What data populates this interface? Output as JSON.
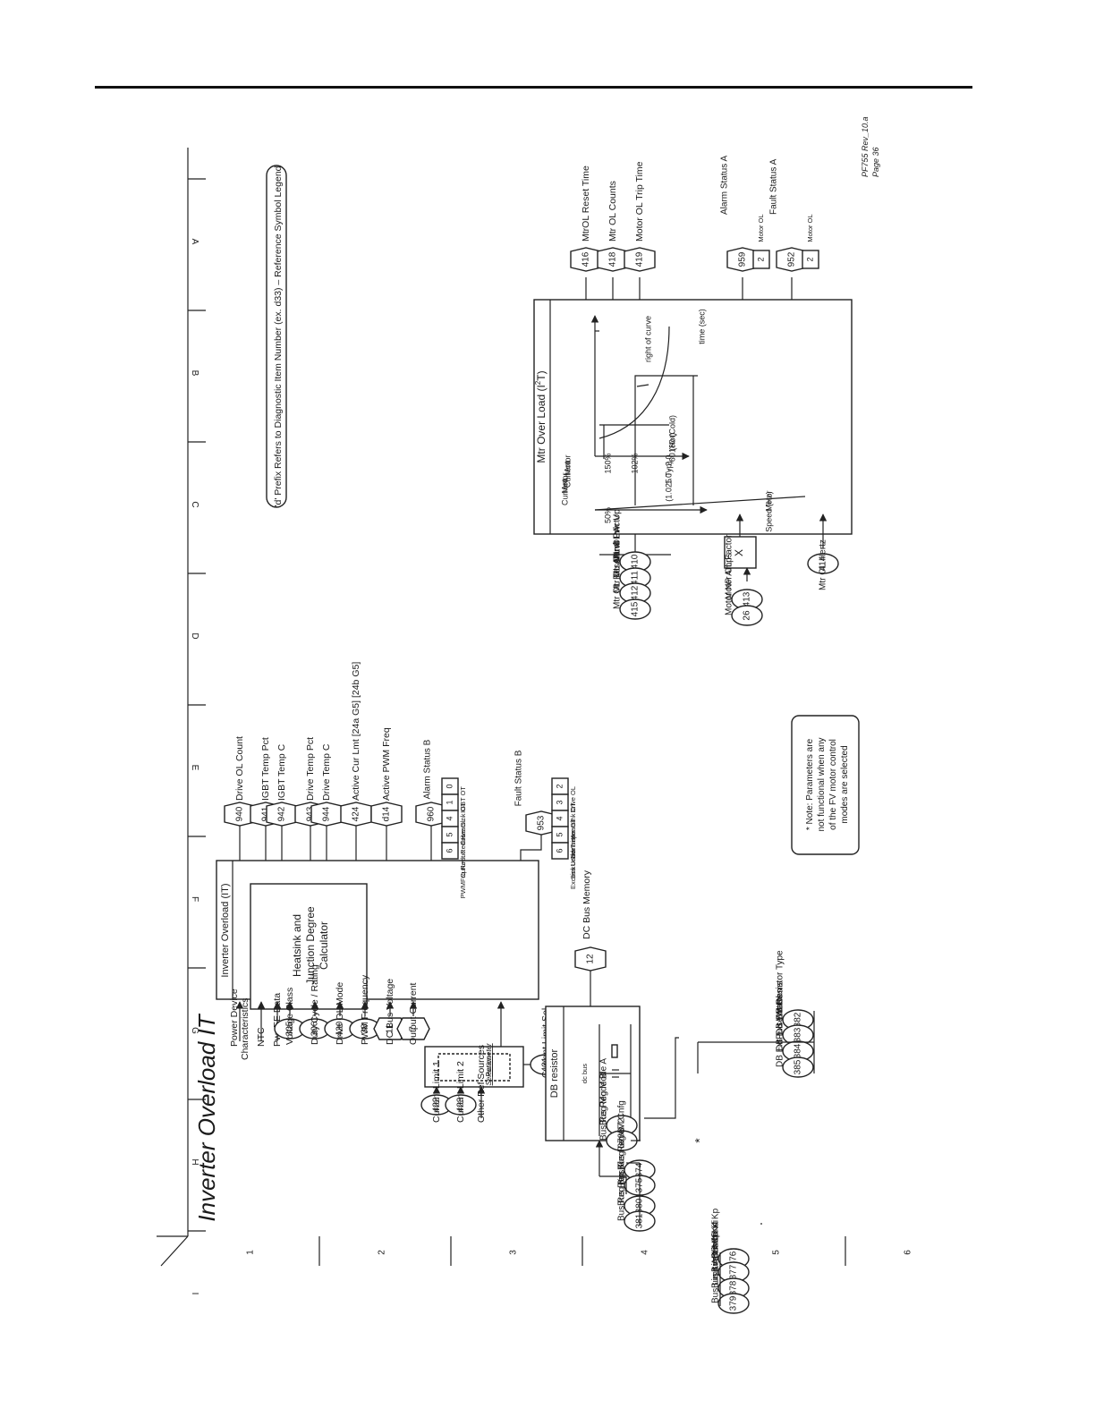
{
  "title": "Inverter Overload IT",
  "legend": "'d' Prefix Refers to Diagnostic Item Number (ex. d33) – Reference Symbol Legend",
  "rev": "PF755 Rev_10.a",
  "page": "Page 36",
  "columns": [
    "A",
    "B",
    "C",
    "D",
    "E",
    "F",
    "G",
    "H",
    "I"
  ],
  "rows": [
    "1",
    "2",
    "3",
    "4",
    "5",
    "6"
  ],
  "ioit": {
    "title": "Inverter Overload (IT)",
    "calc_line1": "Heatsink and",
    "calc_line2": "Junction Degree",
    "calc_line3": "Calculator",
    "inputs": [
      {
        "label": "Power Device",
        "label2": "Characteristics"
      },
      {
        "label": "NTC"
      },
      {
        "label": "Pwr EE Data"
      },
      {
        "label": "Voltage Class",
        "num": "305"
      },
      {
        "label": "Duty Cycle / Rating",
        "num": "306"
      },
      {
        "label": "Drive OL Mode",
        "num": "420"
      },
      {
        "label": "PWM Frequency",
        "num": "38"
      },
      {
        "label": "DC Bus Voltage",
        "num": "11"
      },
      {
        "label": "Output Current",
        "num": "7"
      }
    ],
    "outputs": [
      {
        "num": "940",
        "label": "Drive OL Count"
      },
      {
        "num": "941",
        "label": "IGBT Temp Pct"
      },
      {
        "num": "942",
        "label": "IGBT Temp C"
      },
      {
        "num": "943",
        "label": "Drive Temp Pct"
      },
      {
        "num": "944",
        "label": "Drive Temp C"
      },
      {
        "num": "424",
        "label": "Active Cur Lmt  [24a G5]  [24b G5]"
      },
      {
        "num": "d14",
        "label": "Active PWM Freq"
      }
    ],
    "alarm_label": "Alarm Status B",
    "alarm_num": "960",
    "alarm_bits": [
      {
        "bit": "0",
        "text": "IGBT OT"
      },
      {
        "bit": "1",
        "text": "Heatsink OT"
      },
      {
        "bit": "4",
        "text": "Drive OL"
      },
      {
        "bit": "5",
        "text": "CurLmt Reduc"
      },
      {
        "bit": "6",
        "text": "PWMFrq Reduc"
      }
    ],
    "fault_label": "Fault Status B",
    "fault_num": "953",
    "fault_bits": [
      {
        "bit": "2",
        "text": "Drive OL"
      },
      {
        "bit": "3",
        "text": "Heatsink OT"
      },
      {
        "bit": "4",
        "text": "Transistor OT"
      },
      {
        "bit": "5",
        "text": "SinkUnderTmp"
      },
      {
        "bit": "6",
        "text": "Excess Load"
      }
    ]
  },
  "curlimit": {
    "inputs": [
      {
        "label": "Current Limit 1",
        "num": "422"
      },
      {
        "label": "Current Limit 2",
        "num": "423"
      },
      {
        "label": "Other Ref Sources"
      }
    ],
    "sel_label": "Current Limit Sel",
    "sel_num": "421",
    "param_sel1": "Parameter",
    "param_sel2": "Selection"
  },
  "db": {
    "title": "DB resistor",
    "dcbus": "dc bus",
    "bus_output_num": "12",
    "bus_output_label": "DC Bus Memory",
    "group1": [
      {
        "label": "Bus Reg Mode A",
        "num": "372"
      },
      {
        "label": "Bus Reg Mode B",
        "num": "373"
      }
    ],
    "group2": [
      {
        "label": "Bus Reg Lvl Cnfg",
        "num": "374"
      },
      {
        "label": "Bus Reg Level",
        "num": "375"
      },
      {
        "label": "Bus Reg Ki",
        "num": "380"
      },
      {
        "label": "Bus Reg Kp",
        "num": "381"
      }
    ],
    "star": "*",
    "group3": [
      {
        "label": "Bus Limit Kp",
        "num": "376"
      },
      {
        "label": "Bus Limit Kd",
        "num": "377"
      },
      {
        "label": "Bus Limit ACR Ki",
        "num": "378"
      },
      {
        "label": "Bus Limit ACR Kp",
        "num": "379"
      }
    ],
    "group4": [
      {
        "label": "DB Resistor Type",
        "num": "382"
      },
      {
        "label": "DB Ext Ohms",
        "num": "383"
      },
      {
        "label": "DB Ext Watts",
        "num": "384"
      },
      {
        "label": "DB ExtPulseWatts",
        "num": "385"
      }
    ]
  },
  "note": {
    "l1": "* Note: Parameters are",
    "l2": "not functional when any",
    "l3": "of the FV motor control",
    "l4": "modes are selected"
  },
  "mol": {
    "title": "Mtr Over Load (I",
    "title_sup": "2",
    "title_end": "T)",
    "top_inputs": [
      {
        "label": "Mtr OL Actv",
        "num": "410"
      },
      {
        "label": "Mtr OL at Pwr Up",
        "num": "411"
      },
      {
        "label": "Mtr OL Alarm Lvl",
        "num": "412"
      },
      {
        "label": "Mtr OL Reset Lvl",
        "num": "415"
      }
    ],
    "mult_inputs": [
      {
        "label": "Motor OL Factor",
        "num": "413"
      },
      {
        "label": "Motor NP Amps",
        "num": "26"
      }
    ],
    "mult_sym": "X",
    "hz_label": "Mtr OL Hertz",
    "hz_num": "414",
    "outputs": [
      {
        "num": "416",
        "label": "MtrOL Reset Time"
      },
      {
        "num": "418",
        "label": "Mtr OL Counts"
      },
      {
        "num": "419",
        "label": "Motor OL Trip Time"
      }
    ],
    "alarm_label": "Alarm Status A",
    "alarm_num": "959",
    "alarm_bit": "2",
    "alarm_text": "Motor OL",
    "fault_label": "Fault Status A",
    "fault_num": "952",
    "fault_bit": "2",
    "fault_text": "Motor OL",
    "g1_ylabel1": "Motor",
    "g1_ylabel2": "Current",
    "g1_150": "150%",
    "g1_102": "102%",
    "g1_t1": "60 (Hot)",
    "g1_t2": "180 (Cold)",
    "g1_xlabel": "time (sec)",
    "g1_note": "right of curve",
    "g2_ylabel1": "Motor",
    "g2_ylabel2": "Current",
    "g2_50": "50%",
    "g2_r1": "1.0 - 2.0",
    "g2_r2": "(1.025 Typ)",
    "g2_xlabel1": "Motor",
    "g2_xlabel2": "Speed (Hz)"
  }
}
